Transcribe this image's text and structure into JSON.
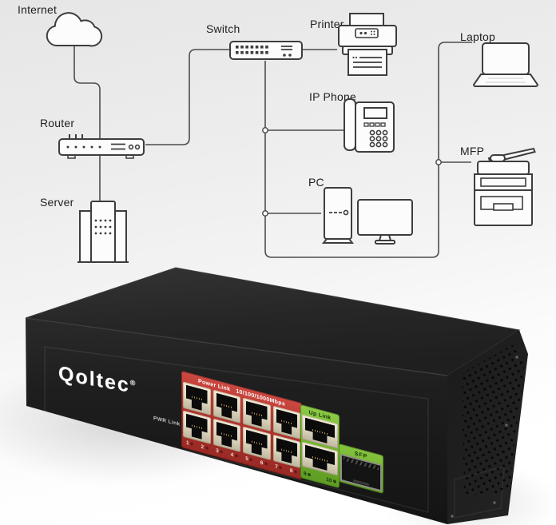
{
  "diagram": {
    "nodes": [
      {
        "id": "internet",
        "label": "Internet"
      },
      {
        "id": "router",
        "label": "Router"
      },
      {
        "id": "server",
        "label": "Server"
      },
      {
        "id": "switch",
        "label": "Switch"
      },
      {
        "id": "printer",
        "label": "Printer"
      },
      {
        "id": "ip-phone",
        "label": "IP Phone"
      },
      {
        "id": "pc",
        "label": "PC"
      },
      {
        "id": "laptop",
        "label": "Laptop"
      },
      {
        "id": "mfp",
        "label": "MFP"
      }
    ],
    "connections": [
      "internet-router",
      "router-server",
      "router-switch",
      "switch-printer",
      "switch-ip-phone",
      "switch-pc",
      "switch-laptop",
      "switch-mfp"
    ],
    "line_color": "#4d4d4d"
  },
  "device": {
    "brand": "Qoltec",
    "registered_mark": "®",
    "pwr_link_label": "PWR Link",
    "poe_panel": {
      "title": "Power Link",
      "speed": "10/100/1000Mbps",
      "ports": [
        "1",
        "2",
        "3",
        "4",
        "5",
        "6",
        "7",
        "8"
      ]
    },
    "uplink_panel": {
      "title": "Up Link",
      "ports": [
        "9",
        "10"
      ]
    },
    "sfp_label": "SFP",
    "colors": {
      "chassis_black": "#1e1e1e",
      "poe_red": "#c13a33",
      "uplink_green": "#76ba33",
      "port_bezel": "#e3ddc8",
      "logo_white": "#ffffff"
    }
  }
}
